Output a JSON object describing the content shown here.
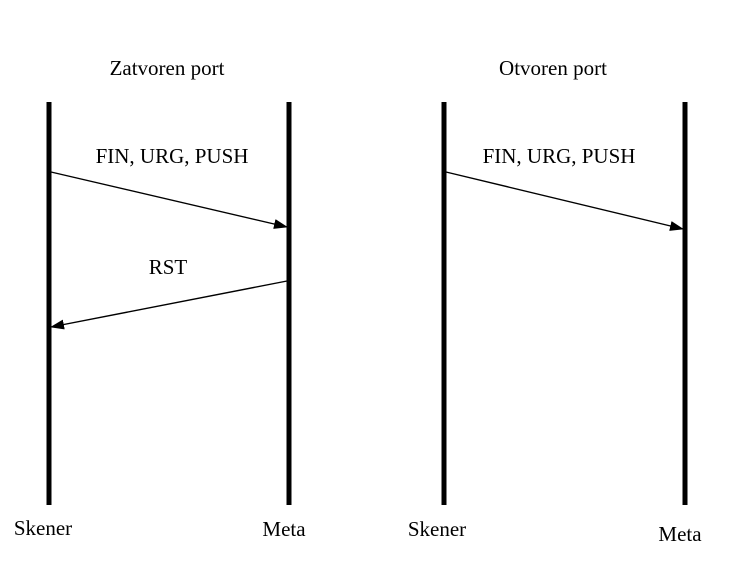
{
  "diagrams": [
    {
      "title": "Zatvoren port",
      "left_label": "Skener",
      "right_label": "Meta",
      "messages": [
        {
          "label": "FIN, URG, PUSH",
          "direction": "to-right"
        },
        {
          "label": "RST",
          "direction": "to-left"
        }
      ]
    },
    {
      "title": "Otvoren port",
      "left_label": "Skener",
      "right_label": "Meta",
      "messages": [
        {
          "label": "FIN, URG, PUSH",
          "direction": "to-right"
        }
      ]
    }
  ]
}
